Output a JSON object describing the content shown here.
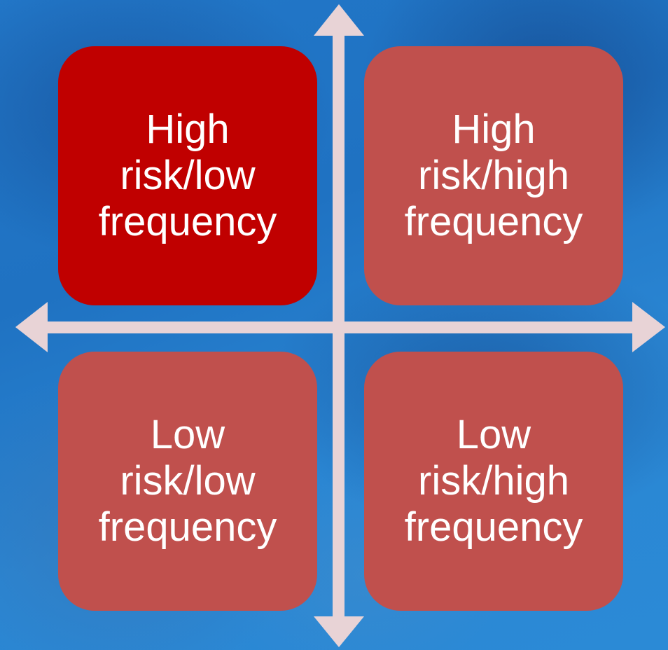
{
  "quadrants": {
    "top_left": {
      "label": "High\nrisk/low\nfrequency",
      "color": "#c00000"
    },
    "top_right": {
      "label": "High\nrisk/high\nfrequency",
      "color": "#c0504d"
    },
    "bottom_left": {
      "label": "Low\nrisk/low\nfrequency",
      "color": "#c0504d"
    },
    "bottom_right": {
      "label": "Low\nrisk/high\nfrequency",
      "color": "#c0504d"
    }
  },
  "colors": {
    "background": "#2277c8",
    "axis": "#e8d3d6"
  }
}
